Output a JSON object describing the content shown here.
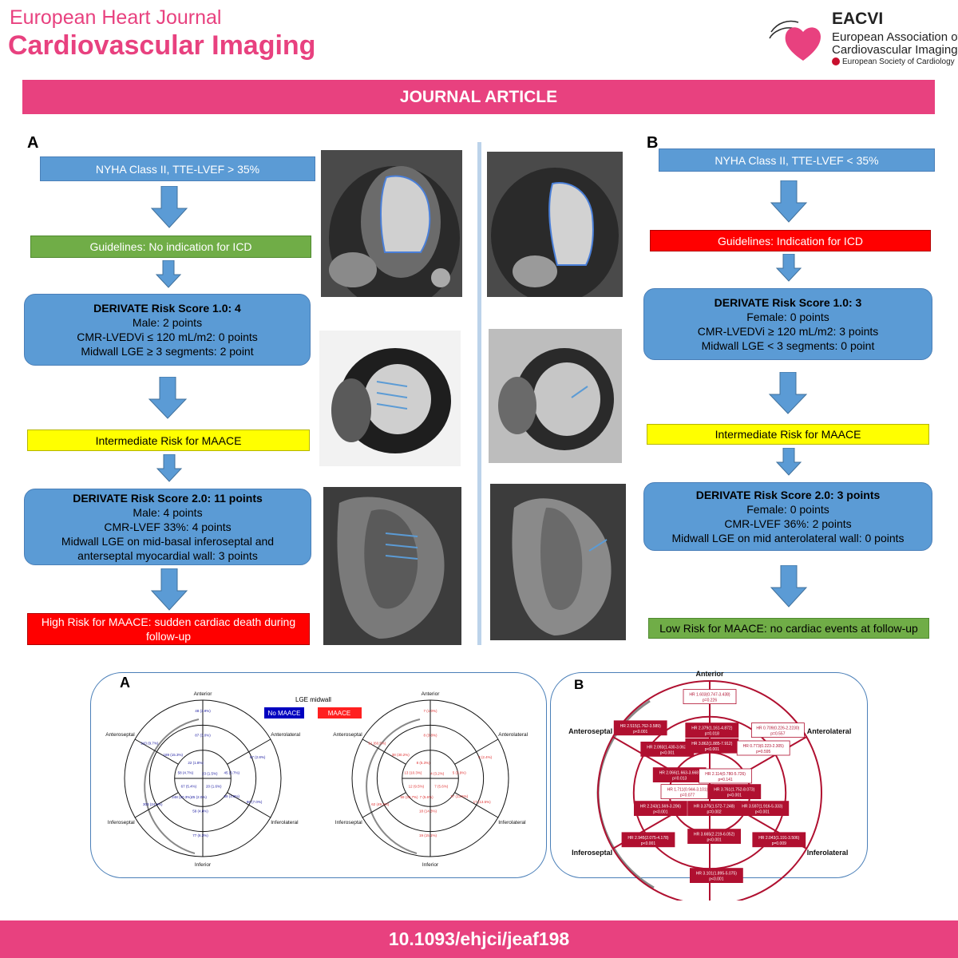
{
  "header": {
    "journal_line1": "European Heart Journal",
    "journal_line2": "Cardiovascular Imaging",
    "eacvi_abbr": "EACVI",
    "eacvi_name_line1": "European Association of",
    "eacvi_name_line2": "Cardiovascular Imaging",
    "esc_name": "European Society of Cardiology"
  },
  "banner": "JOURNAL ARTICLE",
  "doi": "10.1093/ehjci/jeaf198",
  "panel_a": {
    "letter": "A",
    "box1": "NYHA Class II, TTE-LVEF > 35%",
    "box2": "Guidelines: No indication for  ICD",
    "score1_title": "DERIVATE Risk Score 1.0: 4",
    "score1_lines": [
      "Male: 2 points",
      "CMR-LVEDVi ≤ 120 mL/m2: 0 points",
      "Midwall LGE ≥ 3 segments: 2 point"
    ],
    "risk1": "Intermediate Risk for MAACE",
    "score2_title": "DERIVATE Risk Score 2.0: 11 points",
    "score2_lines": [
      "Male: 4 points",
      "CMR-LVEF 33%: 4 points",
      "Midwall LGE on mid-basal inferoseptal  and",
      "anterseptal myocardial wall: 3 points"
    ],
    "outcome_line1": "High Risk for MAACE: sudden cardiac death during",
    "outcome_line2": "follow-up"
  },
  "panel_b": {
    "letter": "B",
    "box1": "NYHA Class II, TTE-LVEF < 35%",
    "box2": "Guidelines: Indication for  ICD",
    "score1_title": "DERIVATE Risk Score 1.0: 3",
    "score1_lines": [
      "Female: 0 points",
      "CMR-LVEDVi ≥ 120 mL/m2: 3 points",
      "Midwall LGE < 3 segments: 0 point"
    ],
    "risk1": "Intermediate Risk for MAACE",
    "score2_title": "DERIVATE Risk Score 2.0: 3 points",
    "score2_lines": [
      "Female: 0 points",
      "CMR-LVEF 36%: 2 points",
      "Midwall LGE on mid anterolateral wall: 0 points"
    ],
    "outcome": "Low Risk for MAACE: no cardiac events at follow-up"
  },
  "bullseye_a": {
    "letter": "A",
    "legend_title": "LGE midwall",
    "legend_no": "No MAACE",
    "legend_yes": "MAACE",
    "labels": {
      "anterior": "Anterior",
      "anterolateral": "Anterolateral",
      "anteroseptal": "Anteroseptal",
      "inferolateral": "Inferolateral",
      "inferoseptal": "Inferoseptal",
      "inferior": "Inferior"
    },
    "left_values": [
      "48 (3.9%)",
      "87 (3.0%)",
      "243 (9.7%)",
      "189 (15.3%)",
      "22 (1.8%)",
      "58 (4.7%)",
      "23 (1.5%)",
      "45 (3.7%)",
      "67 (2.8%)",
      "67 (5.4%)",
      "20 (1.6%)",
      "248 (20.3%)",
      "25 (2.0%)",
      "59 (4.8%)",
      "86 (7.0%)",
      "303 (24.6%)",
      "59 (4.8%)",
      "77 (6.3%)"
    ],
    "right_values": [
      "7 (1.0%)",
      "8 (3.8%)",
      "51 (60.5%)",
      "38 (30.2%)",
      "8 (5.3%)",
      "13 (10.3%)",
      "4 (3.2%)",
      "5 (3.9%)",
      "3 (2.4%)",
      "12 (9.5%)",
      "7 (5.6%)",
      "59 (30.7%)",
      "7 (5.6%)",
      "17 (13.5%)",
      "17 (13.5%)",
      "62 (49.2%)",
      "18 (14.3%)",
      "19 (15.1%)"
    ]
  },
  "bullseye_b": {
    "letter": "B",
    "labels": {
      "anterior": "Anterior",
      "anterolateral": "Anterolateral",
      "anteroseptal": "Anteroseptal",
      "inferolateral": "Inferolateral",
      "inferoseptal": "Inferoseptal",
      "inferior": "Inferior"
    },
    "hrs": [
      {
        "hr": "HR 1.603(0.747-3.438)",
        "p": "p=0.226",
        "filled": false
      },
      {
        "hr": "HR 2.515(1.762-3.589)",
        "p": "p<0.001",
        "filled": true
      },
      {
        "hr": "HR 2.379(1.161-4.872)",
        "p": "p=0.018",
        "filled": true
      },
      {
        "hr": "HR 0.709(0.226-2.2230)",
        "p": "p=0.557",
        "filled": false
      },
      {
        "hr": "HR 2.093(1.430-3.062)",
        "p": "p<0.001",
        "filled": true
      },
      {
        "hr": "HR 3.862(1.885-7.912)",
        "p": "p<0.001",
        "filled": true
      },
      {
        "hr": "HR 0.773(0.223-2.305)",
        "p": "p=0.595",
        "filled": false
      },
      {
        "hr": "HR 2.066(1.663-3.668)",
        "p": "p=0.013",
        "filled": true
      },
      {
        "hr": "HR 2.114(0.780-5.726)",
        "p": "p=0.141",
        "filled": false
      },
      {
        "hr": "HR 1.711(0.944-3.101)",
        "p": "p=0.077",
        "filled": false
      },
      {
        "hr": "HR 3.761(1.752-8.073)",
        "p": "p<0.001",
        "filled": true
      },
      {
        "hr": "HR 2.243(1.569-3.206)",
        "p": "p<0.001",
        "filled": true
      },
      {
        "hr": "HR 3.375(1.572-7.248)",
        "p": "p=0.002",
        "filled": true
      },
      {
        "hr": "HR 3.597(1.916-5.333)",
        "p": "p<0.001",
        "filled": true
      },
      {
        "hr": "HR 2.945(2.075-4.178)",
        "p": "p<0.001",
        "filled": true
      },
      {
        "hr": "HR 2.043(1.191-3.506)",
        "p": "p=0.009",
        "filled": true
      },
      {
        "hr": "HR 3.665(2.219-6.052)",
        "p": "p<0.001",
        "filled": true
      },
      {
        "hr": "HR 3.101(1.895-5.075)",
        "p": "p<0.001",
        "filled": true
      }
    ]
  },
  "colors": {
    "pink": "#e8417f",
    "blue_box": "#5b9bd5",
    "green_box": "#70ad47",
    "yellow_box": "#ffff00",
    "red_box": "#ff0000",
    "bullseye_red": "#b01030"
  }
}
